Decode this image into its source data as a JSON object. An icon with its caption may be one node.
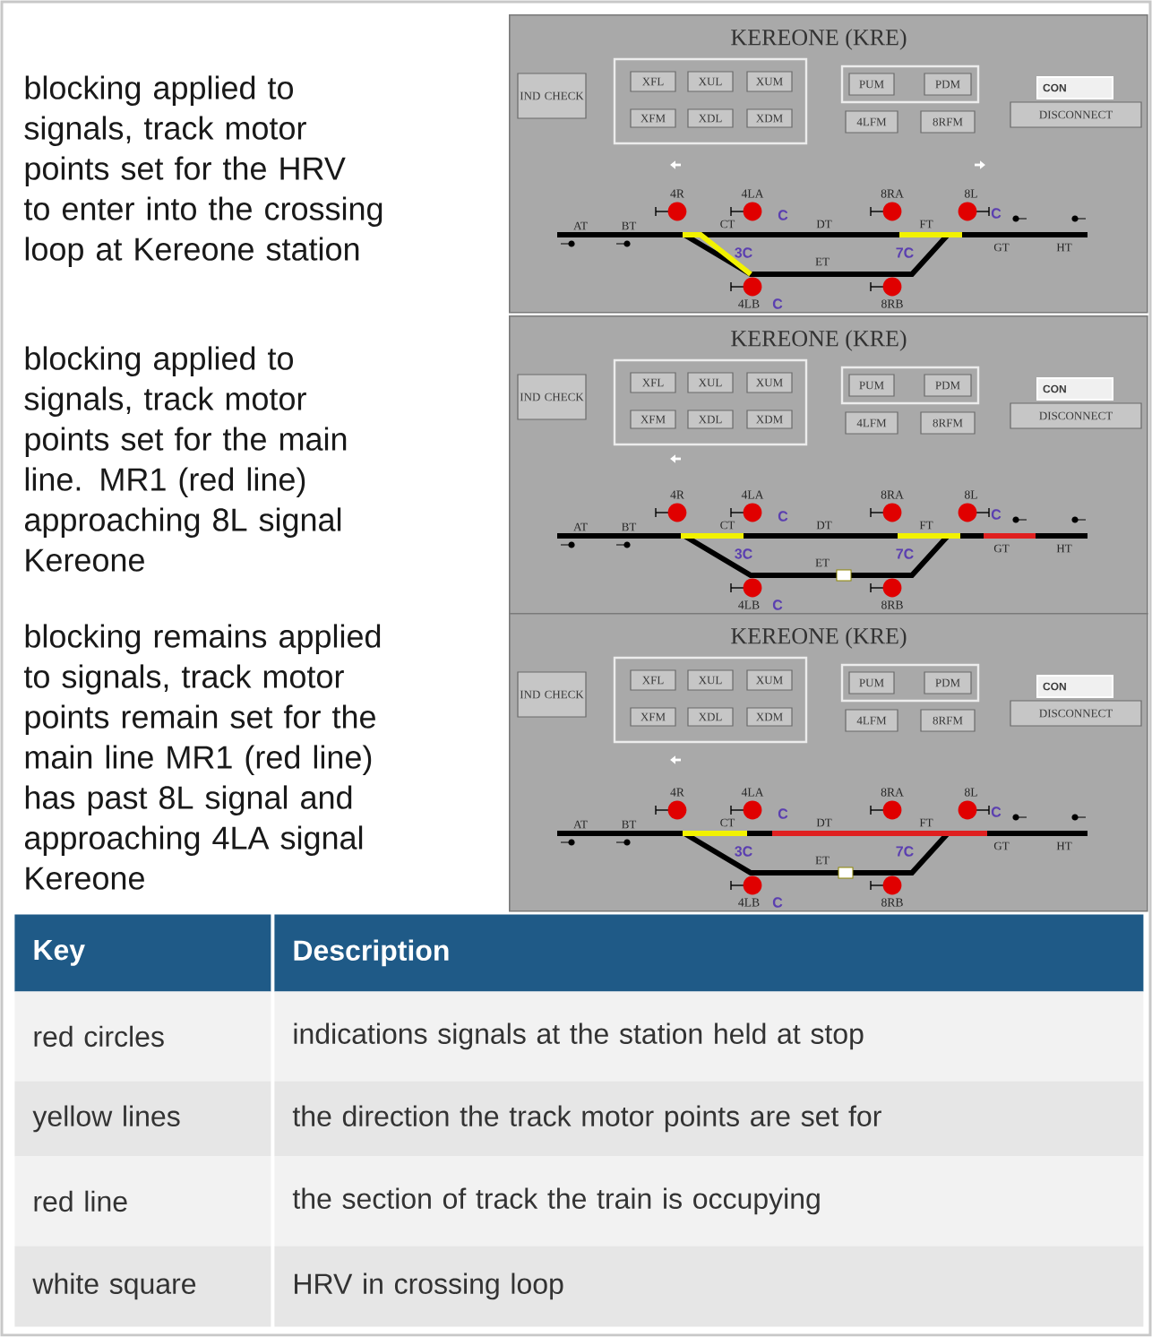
{
  "diagram": {
    "nodes": [
      {
        "text": [
          "KEREONE (KRE)"
        ]
      },
      {
        "text": [
          "IND CHECK"
        ],
        "in": 0
      },
      {
        "text": [
          "XFL"
        ],
        "in": 0
      },
      {
        "text": [
          "XUL"
        ],
        "in": 0
      },
      {
        "text": [
          "XUM"
        ],
        "in": 0
      },
      {
        "text": [
          "XFM"
        ],
        "in": 0
      },
      {
        "text": [
          "XDL"
        ],
        "in": 0
      },
      {
        "text": [
          "XDM"
        ],
        "in": 0
      },
      {
        "text": [
          "PUM"
        ],
        "in": 0
      },
      {
        "text": [
          "PDM"
        ],
        "in": 0
      },
      {
        "text": [
          "4LFM"
        ],
        "in": 0
      },
      {
        "text": [
          "8RFM"
        ],
        "in": 0
      },
      {
        "text": [
          "CON"
        ],
        "in": 0
      },
      {
        "text": [
          "DISCONNECT"
        ],
        "in": 0
      },
      {
        "text": [
          "KEREONE (KRE)"
        ]
      },
      {
        "text": [
          "IND CHECK"
        ],
        "in": 14
      },
      {
        "text": [
          "XFL"
        ],
        "in": 14
      },
      {
        "text": [
          "XUL"
        ],
        "in": 14
      },
      {
        "text": [
          "XUM"
        ],
        "in": 14
      },
      {
        "text": [
          "XFM"
        ],
        "in": 14
      },
      {
        "text": [
          "XDL"
        ],
        "in": 14
      },
      {
        "text": [
          "XDM"
        ],
        "in": 14
      },
      {
        "text": [
          "PUM"
        ],
        "in": 14
      },
      {
        "text": [
          "PDM"
        ],
        "in": 14
      },
      {
        "text": [
          "4LFM"
        ],
        "in": 14
      },
      {
        "text": [
          "8RFM"
        ],
        "in": 14
      },
      {
        "text": [
          "CON"
        ],
        "in": 14
      },
      {
        "text": [
          "DISCONNECT"
        ],
        "in": 14
      },
      {
        "text": [
          "KEREONE (KRE)"
        ]
      },
      {
        "text": [
          "IND CHECK"
        ],
        "in": 28
      },
      {
        "text": [
          "XFL"
        ],
        "in": 28
      },
      {
        "text": [
          "XUL"
        ],
        "in": 28
      },
      {
        "text": [
          "XUM"
        ],
        "in": 28
      },
      {
        "text": [
          "XFM"
        ],
        "in": 28
      },
      {
        "text": [
          "XDL"
        ],
        "in": 28
      },
      {
        "text": [
          "XDM"
        ],
        "in": 28
      },
      {
        "text": [
          "PUM"
        ],
        "in": 28
      },
      {
        "text": [
          "PDM"
        ],
        "in": 28
      },
      {
        "text": [
          "4LFM"
        ],
        "in": 28
      },
      {
        "text": [
          "8RFM"
        ],
        "in": 28
      },
      {
        "text": [
          "CON"
        ],
        "in": 28
      },
      {
        "text": [
          "DISCONNECT"
        ],
        "in": 28
      }
    ],
    "labels": [
      "blocking applied to signals, track motor points set for the HRV to enter into the crossing loop at Kereone station",
      "4R",
      "4LA",
      "C",
      "8RA",
      "8L",
      "C",
      "AT",
      "BT",
      "CT",
      "DT",
      "FT",
      "GT",
      "HT",
      "3C",
      "7C",
      "ET",
      "4LB",
      "C",
      "8RB",
      "blocking applied to signals, track motor points set for the main line. MR1 (red line) approaching 8L signal Kereone",
      "4R",
      "4LA",
      "C",
      "8RA",
      "8L",
      "C",
      "AT",
      "BT",
      "CT",
      "DT",
      "FT",
      "GT",
      "HT",
      "3C",
      "7C",
      "ET",
      "4LB",
      "C",
      "8RB",
      "blocking remains applied to signals, track motor points remain set for the main line MR1 (red line) has past 8L signal and approaching 4LA signal Kereone",
      "4R",
      "4LA",
      "C",
      "8RA",
      "8L",
      "C",
      "AT",
      "BT",
      "CT",
      "DT",
      "FT",
      "GT",
      "HT",
      "3C",
      "7C",
      "ET",
      "4LB",
      "C",
      "8RB",
      "Key",
      "Description",
      "red circles",
      "indications signals at the station held at stop",
      "yellow lines",
      "the direction the track motor points are set for",
      "red line",
      "the section of track the train is occupying",
      "white square",
      "HRV in crossing loop"
    ]
  }
}
